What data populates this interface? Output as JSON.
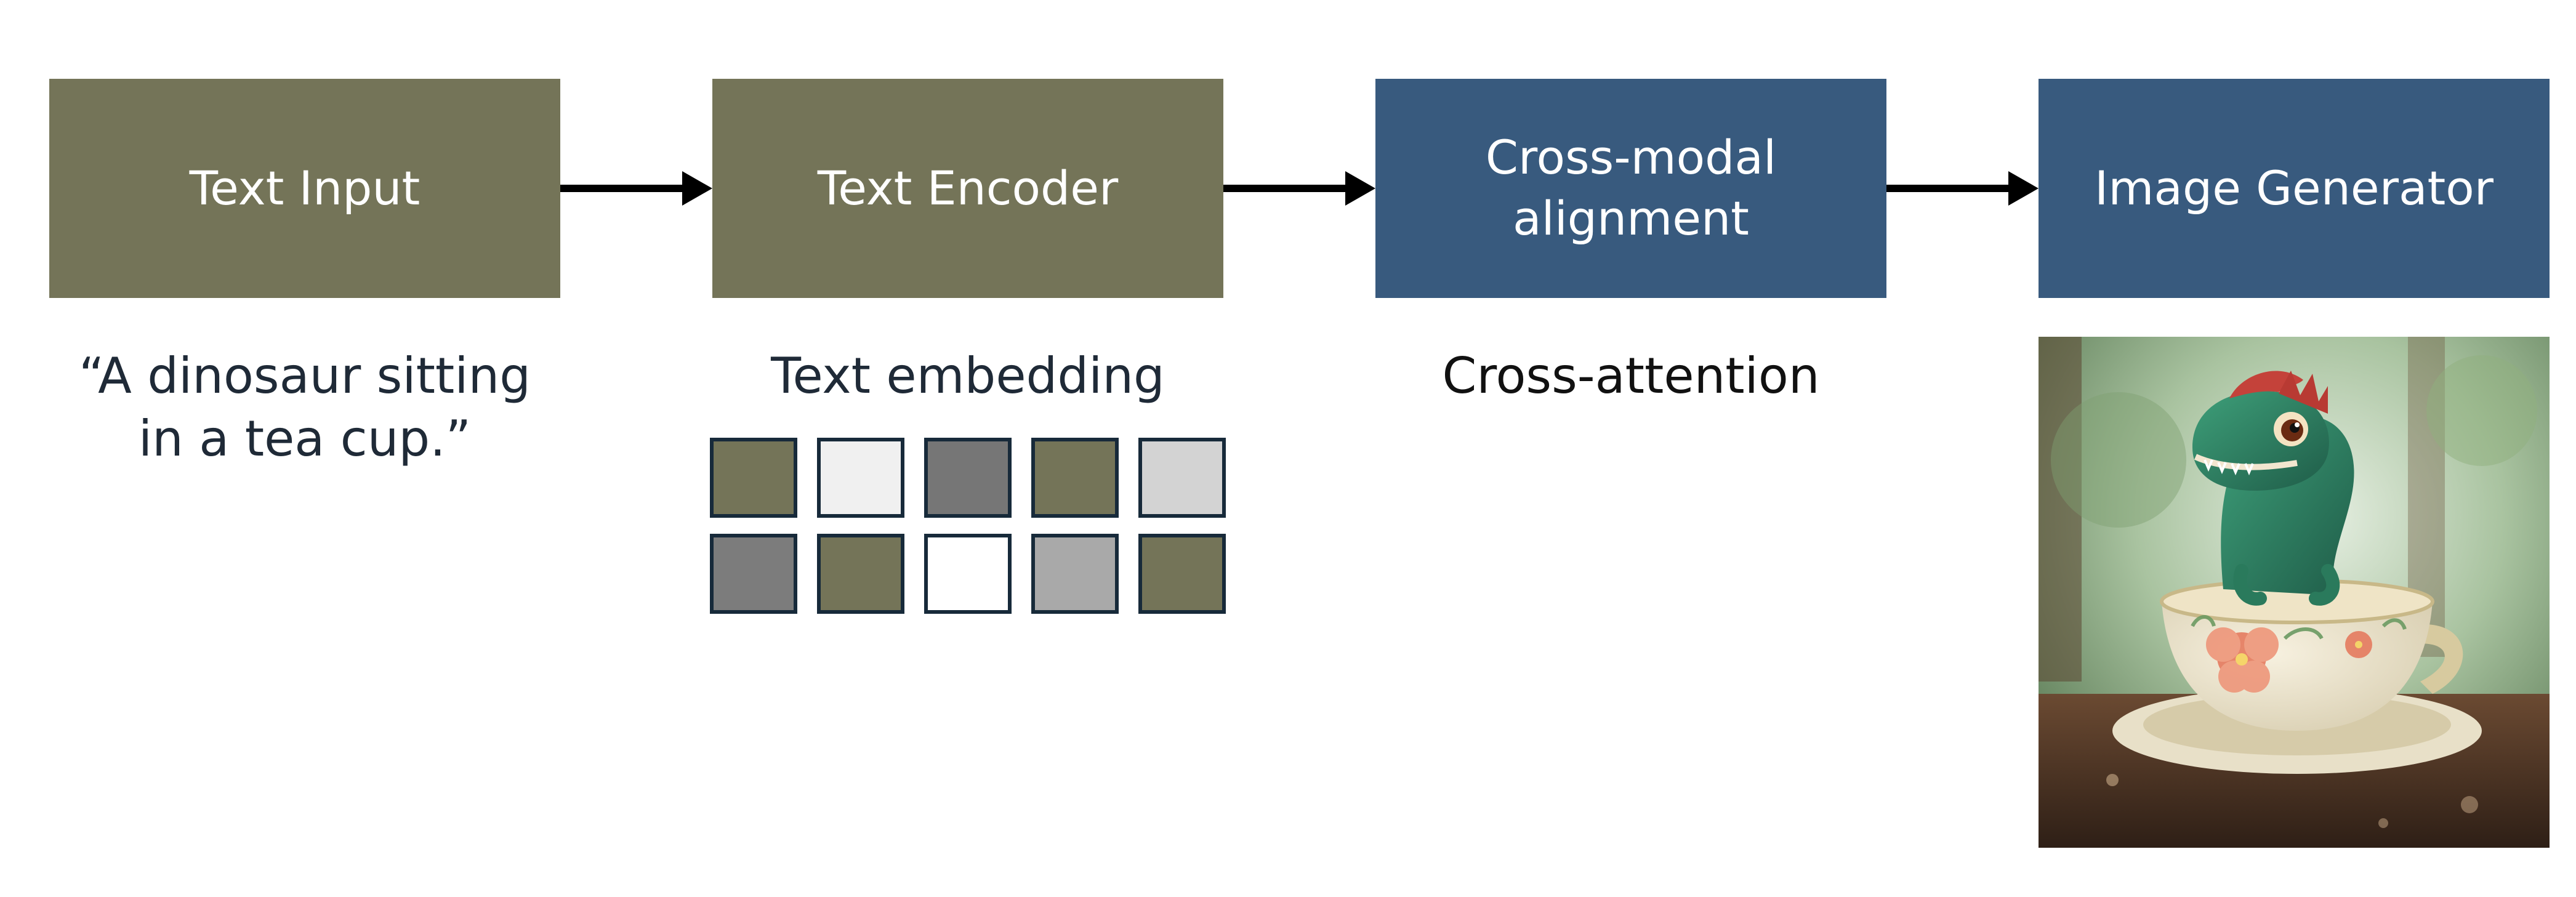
{
  "diagram": {
    "steps": [
      {
        "label": "Text Input",
        "color": "#747458"
      },
      {
        "label": "Text Encoder",
        "color": "#747458"
      },
      {
        "label": "Cross-modal\nalignment",
        "color": "#385a7e"
      },
      {
        "label": "Image Generator",
        "color": "#385a7e"
      }
    ],
    "captions": {
      "input_prompt": "“A dinosaur sitting\nin a tea cup.”",
      "embedding": "Text embedding",
      "attention": "Cross-attention"
    },
    "embedding_cells": [
      "#747458",
      "#f0f0f0",
      "#767676",
      "#747458",
      "#d3d3d3",
      "#7c7c7c",
      "#747458",
      "#ffffff",
      "#a9a9a9",
      "#747458"
    ],
    "image_subject": "dinosaur sitting in a floral tea cup"
  }
}
